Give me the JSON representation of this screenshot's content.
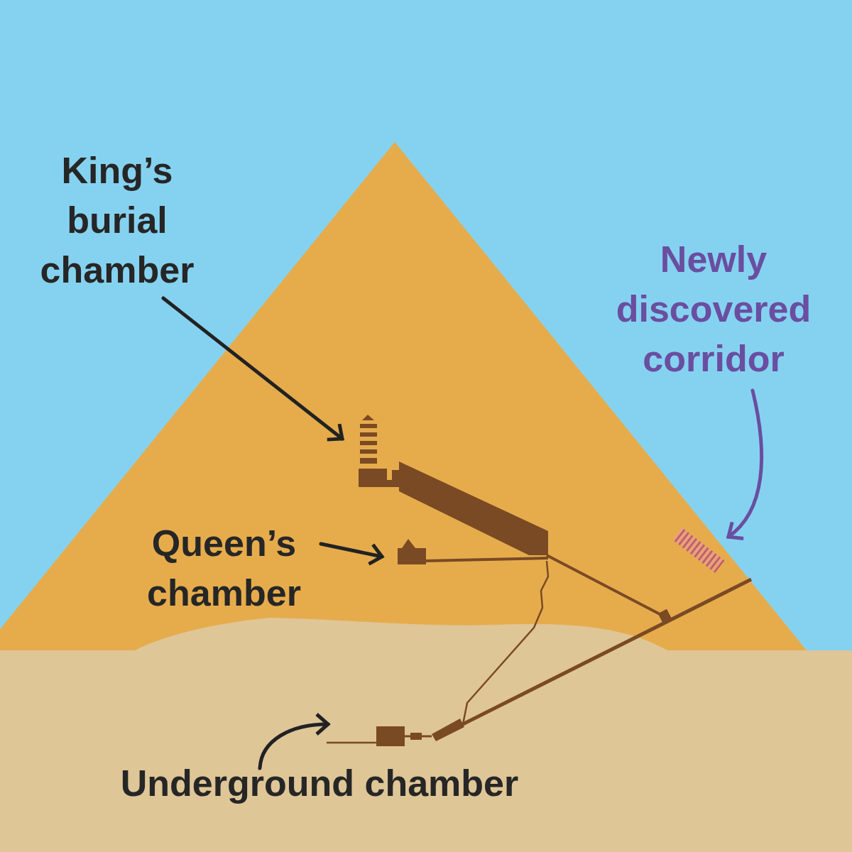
{
  "diagram": {
    "labels": [
      "King’s burial chamber",
      "Newly discovered corridor",
      "Queen’s chamber",
      "Underground chamber"
    ]
  }
}
